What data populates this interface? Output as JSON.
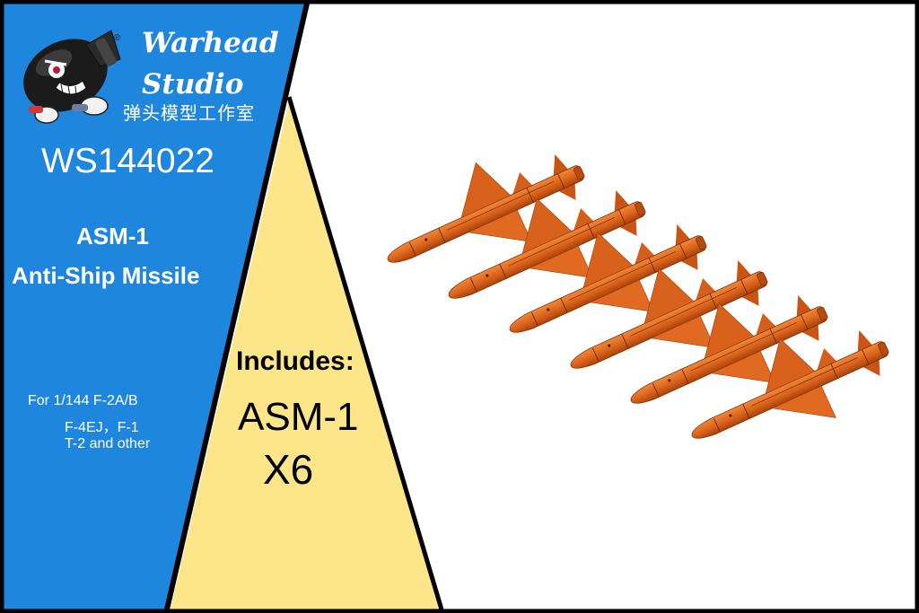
{
  "brand": {
    "name_line1": "Warhead",
    "name_line2": "Studio",
    "name_cn": "弹头模型工作室",
    "registered_mark": "®"
  },
  "product": {
    "code": "WS144022",
    "name_line1": "ASM-1",
    "name_line2": "Anti-Ship Missile"
  },
  "fits": {
    "line1": "For 1/144 F-2A/B",
    "line2": "F-4EJ，F-1",
    "line3": "T-2 and other"
  },
  "includes": {
    "label": "Includes:",
    "item": "ASM-1",
    "quantity": "X6"
  },
  "missiles": [
    {
      "index": 1
    },
    {
      "index": 2
    },
    {
      "index": 3
    },
    {
      "index": 4
    },
    {
      "index": 5
    },
    {
      "index": 6
    }
  ],
  "colors": {
    "panel_blue": "#1f86dd",
    "triangle_yellow": "#fde68a",
    "missile_orange": "#d9621a",
    "frame": "#000000"
  }
}
